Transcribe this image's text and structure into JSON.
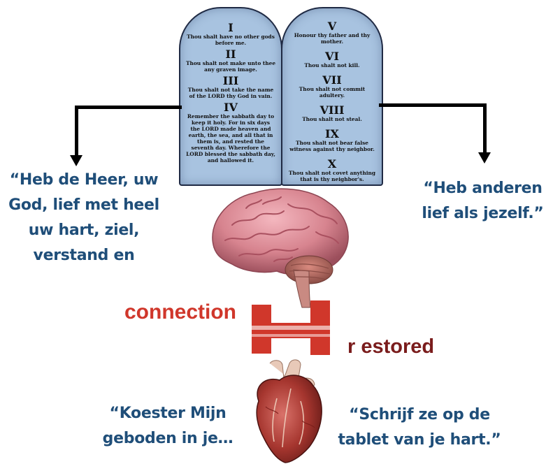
{
  "quotes": {
    "left": [
      "“Heb de Heer, uw",
      "God, lief met heel",
      "uw hart, ziel,",
      "verstand en"
    ],
    "right": [
      "“Heb anderen",
      "lief als jezelf.”"
    ],
    "bottom_left": [
      "“Koester Mijn",
      "geboden in je…"
    ],
    "bottom_right": [
      "“Schrijf ze op de",
      "tablet van je hart.”"
    ]
  },
  "tablet_left": [
    {
      "numeral": "I",
      "text": "Thou shalt have no other gods before me."
    },
    {
      "numeral": "II",
      "text": "Thou shalt not make unto thee any graven image."
    },
    {
      "numeral": "III",
      "text": "Thou shalt not take the name of the LORD thy God in vain."
    },
    {
      "numeral": "IV",
      "text": "Remember the sabbath day to keep it holy. For in six days the LORD made heaven and earth, the sea, and all that in them is, and rested the seventh day. Wherefore the LORD blessed the sabbath day, and hallowed it."
    }
  ],
  "tablet_right": [
    {
      "numeral": "V",
      "text": "Honour thy father and thy mother."
    },
    {
      "numeral": "VI",
      "text": "Thou shalt not kill."
    },
    {
      "numeral": "VII",
      "text": "Thou shalt not commit adultery."
    },
    {
      "numeral": "VIII",
      "text": "Thou shalt not steal."
    },
    {
      "numeral": "IX",
      "text": "Thou shalt not bear false witness against thy neighbor."
    },
    {
      "numeral": "X",
      "text": "Thou shalt not covet anything that is thy neighbor's."
    }
  ],
  "logo": {
    "part1": "connection",
    "part2": "r  estored",
    "letter": "H"
  },
  "colors": {
    "quote": "#1f4e79",
    "tablet": "#a8c3e0",
    "logo_red": "#d0372b",
    "logo_dark": "#7a1c1c"
  },
  "images": {
    "brain": "brain-illustration",
    "heart": "anatomical-heart-illustration"
  }
}
